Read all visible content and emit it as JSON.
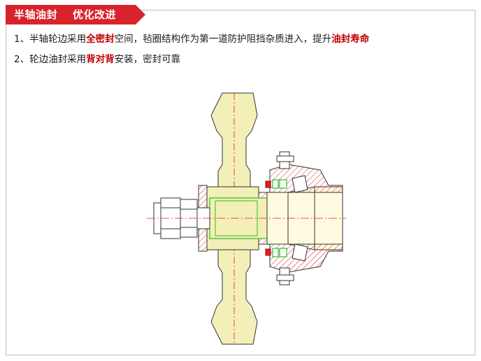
{
  "header": {
    "title_left": "半轴油封",
    "title_right": "优化改进"
  },
  "points": [
    {
      "prefix": "1、半轴轮边采用",
      "hl1": "全密封",
      "mid": "空间，毡圈结构作为第一道防护阻挡杂质进入，提升",
      "hl2": "油封寿命"
    },
    {
      "prefix": "2、轮边油封采用",
      "hl1": "背对背",
      "suffix": "安装，密封可靠"
    }
  ],
  "colors": {
    "banner": "#d7242c",
    "highlight": "#c00000",
    "part_fill": "#f3efb8",
    "section_line": "#e02020",
    "seal_green": "#00b000"
  }
}
